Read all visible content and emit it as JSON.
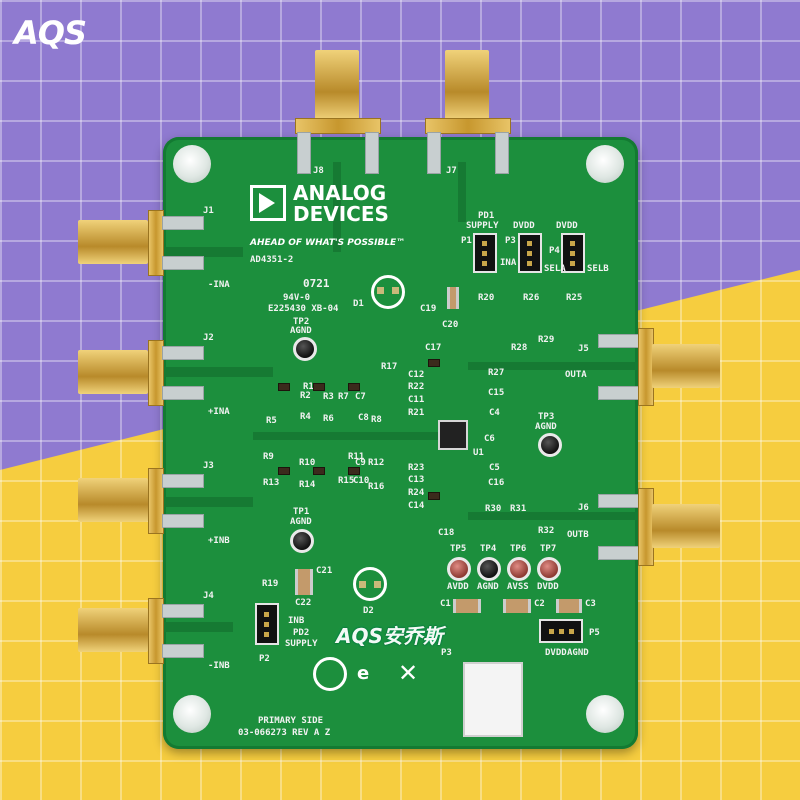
{
  "watermark_brand": "AQS",
  "watermark_center": "AQS安乔斯",
  "colors": {
    "bg_purple": "#8f7ad0",
    "bg_yellow": "#f6cd3f",
    "pcb_green": "#1c8f3d",
    "gold": "#c7972e"
  },
  "board": {
    "logo_line1": "ANALOG",
    "logo_line2": "DEVICES",
    "tagline": "AHEAD OF WHAT'S POSSIBLE™",
    "part_number": "AD4351-2",
    "date_code": "0721",
    "ul_rating": "94V-0",
    "ul_file": "E225430 XB-04",
    "primary_side": "PRIMARY SIDE",
    "rev": "03-066273 REV A Z",
    "connectors": {
      "j1": "J1",
      "j2": "J2",
      "j3": "J3",
      "j4": "J4",
      "j5": "J5",
      "j6": "J6",
      "j7": "J7",
      "j8": "J8"
    },
    "net_labels": {
      "ina_neg": "-INA",
      "ina_pos": "+INA",
      "inb_pos": "+INB",
      "inb_neg": "-INB",
      "outa": "OUTA",
      "outb": "OUTB"
    },
    "test_points": {
      "tp1": "TP1",
      "tp1_net": "AGND",
      "tp2": "TP2",
      "tp2_net": "AGND",
      "tp3": "TP3",
      "tp3_net": "AGND",
      "tp4": "TP4",
      "tp4_net": "AGND",
      "tp5": "TP5",
      "tp5_net": "AVDD",
      "tp6": "TP6",
      "tp6_net": "AVSS",
      "tp7": "TP7",
      "tp7_net": "DVDD"
    },
    "headers": {
      "pd1": "PD1",
      "supply1": "SUPPLY",
      "dvdd_a": "DVDD",
      "dvdd_b": "DVDD",
      "p1": "P1",
      "p3": "P3",
      "p4": "P4",
      "ina": "INA",
      "sela": "SELA",
      "selb": "SELB",
      "pd2": "PD2",
      "supply2": "SUPPLY",
      "p2": "P2",
      "inb": "INB",
      "p5_dvdd": "DVDD",
      "p5_agnd": "AGND",
      "p5": "P5"
    },
    "refdes": {
      "d1": "D1",
      "d2": "D2",
      "u1": "U1",
      "r1": "R1",
      "r2": "R2",
      "r3": "R3",
      "r4": "R4",
      "r5": "R5",
      "r6": "R6",
      "r7": "R7",
      "r8": "R8",
      "r9": "R9",
      "r10": "R10",
      "r11": "R11",
      "r12": "R12",
      "r13": "R13",
      "r14": "R14",
      "r15": "R15",
      "r16": "R16",
      "r17": "R17",
      "r19": "R19",
      "r20": "R20",
      "r21": "R21",
      "r22": "R22",
      "r23": "R23",
      "r24": "R24",
      "r25": "R25",
      "r26": "R26",
      "r27": "R27",
      "r28": "R28",
      "r29": "R29",
      "r30": "R30",
      "r31": "R31",
      "r32": "R32",
      "c1": "C1",
      "c2": "C2",
      "c3": "C3",
      "c4": "C4",
      "c5": "C5",
      "c6": "C6",
      "c7": "C7",
      "c8": "C8",
      "c9": "C9",
      "c10": "C10",
      "c11": "C11",
      "c12": "C12",
      "c13": "C13",
      "c14": "C14",
      "c15": "C15",
      "c16": "C16",
      "c17": "C17",
      "c18": "C18",
      "c19": "C19",
      "c20": "C20",
      "c21": "C21",
      "c22": "C22"
    }
  }
}
